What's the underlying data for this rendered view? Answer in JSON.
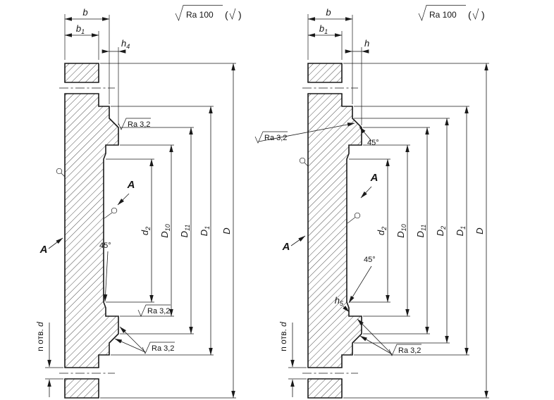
{
  "drawing": {
    "background": "#ffffff",
    "line_color": "#1a1a1a",
    "left_view": {
      "roughness_note": {
        "value": "Ra 100",
        "paren_open": "(",
        "paren_close": ")"
      },
      "dims": {
        "b": {
          "base": "b",
          "sub": ""
        },
        "b1": {
          "base": "b",
          "sub": "1"
        },
        "h4": {
          "base": "h",
          "sub": "4"
        }
      },
      "diameters": [
        {
          "base": "d",
          "sub": "2"
        },
        {
          "base": "D",
          "sub": "10"
        },
        {
          "base": "D",
          "sub": "11"
        },
        {
          "base": "D",
          "sub": "1"
        },
        {
          "base": "D",
          "sub": ""
        }
      ],
      "roughness_marks": [
        {
          "label": "Ra 3,2"
        },
        {
          "label": "Ra 3,2"
        },
        {
          "label": "Ra 3,2"
        }
      ],
      "angle_labels": [
        {
          "label": "45°"
        }
      ],
      "view_labels": [
        {
          "label": "A"
        },
        {
          "label": "A"
        }
      ],
      "holes_note": {
        "prefix": "n отв. ",
        "symbol": "d"
      }
    },
    "right_view": {
      "roughness_note": {
        "value": "Ra 100",
        "paren_open": "(",
        "paren_close": ")"
      },
      "dims": {
        "b": {
          "base": "b",
          "sub": ""
        },
        "b1": {
          "base": "b",
          "sub": "1"
        },
        "h": {
          "base": "h",
          "sub": ""
        },
        "h5": {
          "base": "h",
          "sub": "5"
        }
      },
      "diameters": [
        {
          "base": "d",
          "sub": "2"
        },
        {
          "base": "D",
          "sub": "10"
        },
        {
          "base": "D",
          "sub": "11"
        },
        {
          "base": "D",
          "sub": "2"
        },
        {
          "base": "D",
          "sub": "1"
        },
        {
          "base": "D",
          "sub": ""
        }
      ],
      "roughness_marks": [
        {
          "label": "Ra 3,2"
        },
        {
          "label": "Ra 3,2"
        }
      ],
      "angle_labels": [
        {
          "label": "45°"
        },
        {
          "label": "45°"
        }
      ],
      "view_labels": [
        {
          "label": "A"
        },
        {
          "label": "A"
        }
      ],
      "holes_note": {
        "prefix": "n отв. ",
        "symbol": "d"
      }
    }
  }
}
